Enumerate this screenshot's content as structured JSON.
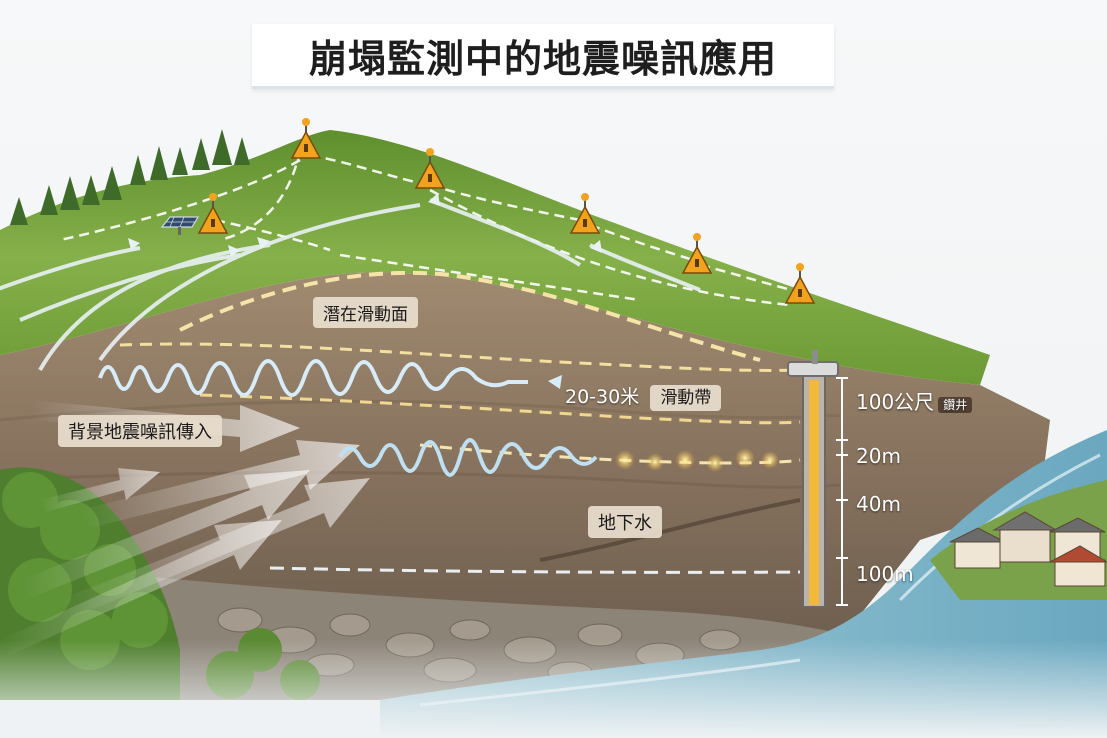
{
  "title": "崩塌監測中的地震噪訊應用",
  "labels": {
    "slip_surface": "潛在滑動面",
    "slide_band_depth": "20-30米",
    "slide_band": "滑動帶",
    "background_noise": "背景地震噪訊傳入",
    "groundwater": "地下水"
  },
  "borehole": {
    "total_depth": "100公尺",
    "tag": "鑽井",
    "depth_marks": [
      "20m",
      "40m",
      "100m"
    ]
  },
  "colors": {
    "grass": "#7ba642",
    "soil": "#8a7560",
    "sensor": "#f2a21d",
    "water": "#7fb6cc"
  },
  "icons": [
    "sensor-cone-icon",
    "solar-panel-icon",
    "seismic-wave-icon",
    "borehole-sensor-icon"
  ]
}
